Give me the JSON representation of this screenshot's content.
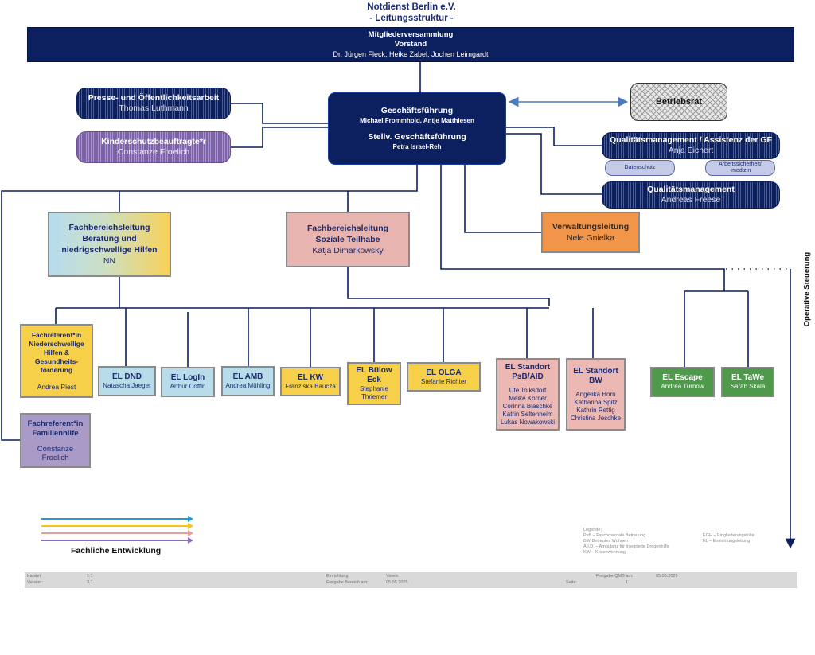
{
  "header": {
    "title": "Notdienst Berlin e.V.",
    "subtitle": "- Leitungsstruktur -"
  },
  "mitgliederversammlung": {
    "line1": "Mitgliederversammlung",
    "line2": "Vorstand",
    "line3": "Dr. Jürgen Fleck, Heike Zabel, Jochen Leimgardt"
  },
  "geschaeftsfuehrung": {
    "title": "Geschäftsführung",
    "names": "Michael Frommhold, Antje Matthiesen",
    "deputy_title": "Stellv. Geschäftsführung",
    "deputy_name": "Petra Israel-Reh"
  },
  "stabsstellen": {
    "presse": {
      "title": "Presse- und Öffentlichkeitsarbeit",
      "name": "Thomas Luthmann"
    },
    "kinderschutz": {
      "title": "Kinderschutzbeauftragte*r",
      "name": "Constanze Froelich"
    },
    "betriebsrat": "Betriebsrat",
    "qm_assistenz": {
      "title": "Qualitätsmanagement / Assistenz der GF",
      "name": "Anja Eichert"
    },
    "datenschutz": "Datenschutz",
    "arbeitssicherheit_1": "Arbeitssicherheit/",
    "arbeitssicherheit_2": "-medizin",
    "qm": {
      "title": "Qualitätsmanagement",
      "name": "Andreas Freese"
    }
  },
  "fachbereiche": {
    "beratung": {
      "line1": "Fachbereichsleitung",
      "line2": "Beratung und",
      "line3": "niedrigschwellige Hilfen",
      "name": "NN"
    },
    "teilhabe": {
      "line1": "Fachbereichsleitung",
      "line2": "Soziale Teilhabe",
      "name": "Katja Dimarkowsky"
    },
    "verwaltung": {
      "title": "Verwaltungsleitung",
      "name": "Nele Gnielka"
    }
  },
  "einrichtungen": {
    "fachreferent_nh": {
      "l1": "Fachreferent*in",
      "l2": "Niederschwellige",
      "l3": "Hilfen  &",
      "l4": "Gesundheits-",
      "l5": "förderung",
      "name": "Andrea Piest"
    },
    "dnd": {
      "title": "EL DND",
      "name": "Natascha Jaeger"
    },
    "login": {
      "title": "EL LogIn",
      "name": "Arthur Coffin"
    },
    "amb": {
      "title": "EL AMB",
      "name": "Andrea Mühling"
    },
    "kw": {
      "title": "EL KW",
      "name": "Franziska Baucza"
    },
    "bulow": {
      "l1": "EL Bülow",
      "l2": "Eck",
      "n1": "Stephanie",
      "n2": "Thriemer"
    },
    "olga": {
      "title": "EL OLGA",
      "name": "Stefanie Richter"
    },
    "psb": {
      "l1": "EL Standort",
      "l2": "PsB/AID",
      "names": [
        "Ute Tolksdorf",
        "Meike Korner",
        "Corinna Blaschke",
        "Katrin Seltenheim",
        "Lukas Nowakowski"
      ]
    },
    "bw": {
      "l1": "EL Standort",
      "l2": "BW",
      "names": [
        "Angelika Horn",
        "Katharina Spitz",
        "Kathrin Rettig",
        "Christina Jeschke"
      ]
    },
    "escape": {
      "title": "EL Escape",
      "name": "Andrea Turnow"
    },
    "tawe": {
      "title": "EL TaWe",
      "name": "Sarah Skala"
    },
    "familienhilfe": {
      "l1": "Fachreferent*in",
      "l2": "Familienhilfe",
      "n1": "Constanze",
      "n2": "Froelich"
    }
  },
  "operative_steuerung": "Operative Steuerung",
  "fachliche_entwicklung": {
    "label": "Fachliche Entwicklung",
    "arrow_colors": [
      "#1aa0d8",
      "#f5c518",
      "#e0a0a0",
      "#8a6fb0"
    ]
  },
  "legend": {
    "title": "Legende:",
    "left": [
      "PsB – Psychosoziale Betreuung",
      "BW-Betreutes Wohnen",
      "A.I.D. – Ambulanz für integrierte Drogenhilfe",
      "KW – Krisenwohnung"
    ],
    "right": [
      "EGH – Eingliederungshilfe",
      "EL  – Einrichtungsleitung"
    ]
  },
  "footer": {
    "kapitel_label": "Kapitel:",
    "kapitel_value": "1.1",
    "version_label": "Version:",
    "version_value": "3.1",
    "einrichtung_label": "Einrichtung:",
    "einrichtung_value": "Verein",
    "freigabe_bereich_label": "Freigabe Bereich am:",
    "freigabe_bereich_value": "05.05.2025",
    "freigabe_qmb_label": "Freigabe QMB am:",
    "freigabe_qmb_value": "05.05.2025",
    "seite_label": "Seite:",
    "seite_value": "1"
  },
  "colors": {
    "navy": "#0c1f5e",
    "yellow": "#f7d04a",
    "light_blue": "#b8dcea",
    "pink": "#ebb8b4",
    "green": "#4f9a4a",
    "orange": "#f0954a",
    "purple": "#a99ac8"
  }
}
